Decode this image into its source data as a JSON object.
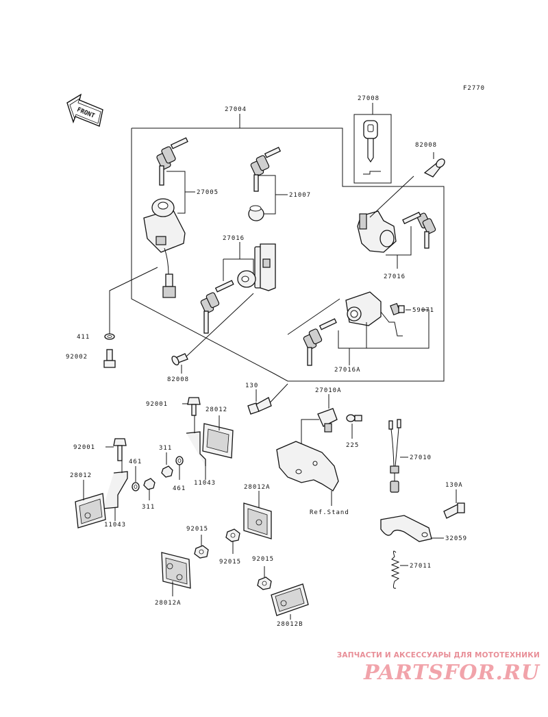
{
  "figure_code": "F2770",
  "front_arrow_text": "FRONT",
  "labels": {
    "p27004": "27004",
    "p27008": "27008",
    "p82008a": "82008",
    "p27005": "27005",
    "p21007": "21007",
    "p27016a": "27016",
    "p27016b": "27016",
    "p59071": "59071",
    "p411": "411",
    "p92002": "92002",
    "p82008b": "82008",
    "p27016A": "27016A",
    "p130": "130",
    "p27010A": "27010A",
    "p92001a": "92001",
    "p28012a": "28012",
    "p225": "225",
    "p92001b": "92001",
    "p311a": "311",
    "p461a": "461",
    "p461b": "461",
    "p11043a": "11043",
    "p27010": "27010",
    "p28012b": "28012",
    "p311b": "311",
    "p11043b": "11043",
    "p28012A_a": "28012A",
    "refstand": "Ref.Stand",
    "p130A": "130A",
    "p92015a": "92015",
    "p92015b": "92015",
    "p32059": "32059",
    "p92015c": "92015",
    "p27011": "27011",
    "p28012A_b": "28012A",
    "p28012B": "28012B"
  },
  "watermark": {
    "tagline": "ЗАПЧАСТИ И АКСЕССУАРЫ ДЛЯ МОТОТЕХНИКИ",
    "logo": "PARTSFOR.RU"
  }
}
